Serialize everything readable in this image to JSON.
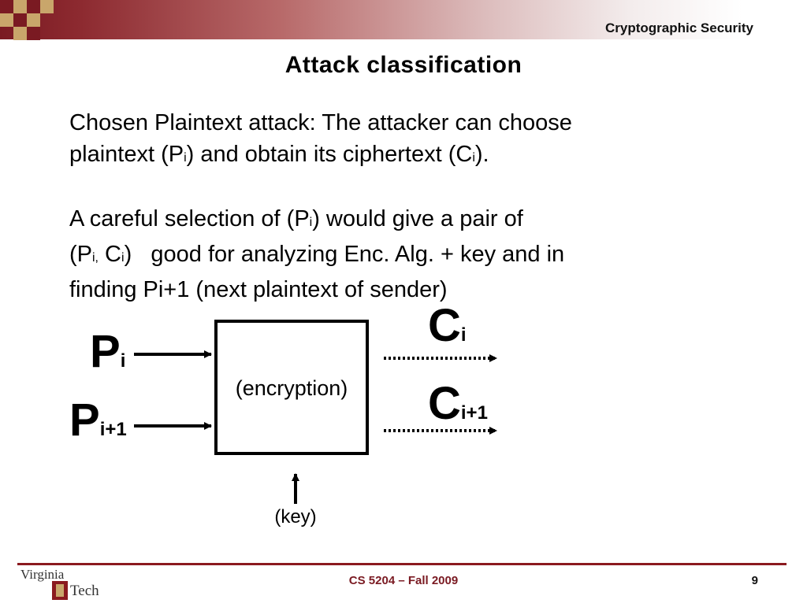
{
  "header": {
    "title": "Cryptographic Security",
    "accent": "#7a1a22"
  },
  "slide": {
    "title": "Attack classification",
    "para1": {
      "line1": "Chosen Plaintext attack: The attacker can choose",
      "line2_a": "plaintext (P",
      "line2_sub1": "i",
      "line2_b": ") and obtain its ciphertext (C",
      "line2_sub2": "i",
      "line2_c": ")."
    },
    "para2": {
      "line1_a": "A careful selection of (P",
      "line1_sub": "i",
      "line1_b": ") would give a pair of",
      "line2_a": "(P",
      "line2_sub1": "i,",
      "line2_b": " C",
      "line2_sub2": "i",
      "line2_c": ")   good for analyzing Enc. Alg. + key and in",
      "line3": "finding Pi+1 (next plaintext of sender)"
    }
  },
  "diagram": {
    "p_i": {
      "main": "P",
      "sub": "i"
    },
    "p_i1": {
      "main": "P",
      "sub": "i+1"
    },
    "c_i": {
      "main": "C",
      "sub": "i"
    },
    "c_i1": {
      "main": "C",
      "sub": "i+1"
    },
    "box_label": "(encryption)",
    "key_label": "(key)"
  },
  "footer": {
    "course": "CS 5204 – Fall 2009",
    "page": "9",
    "logo_text_1": "Virginia",
    "logo_text_2": "Tech"
  }
}
